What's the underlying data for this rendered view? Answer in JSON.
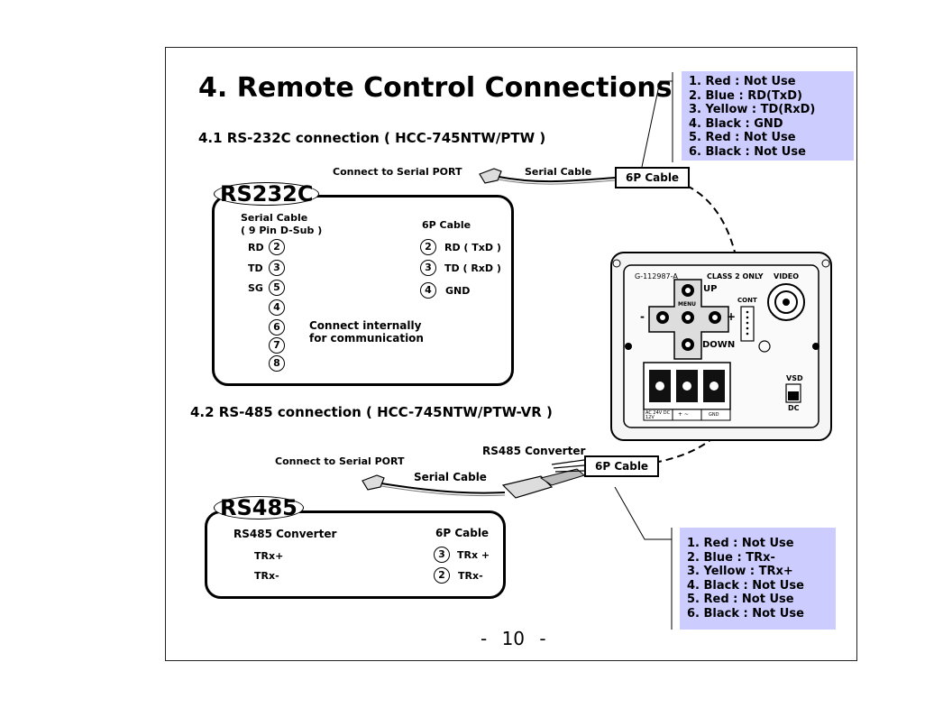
{
  "title": "4. Remote Control Connections",
  "section1": {
    "heading": "4.1 RS-232C connection ( HCC-745NTW/PTW  )",
    "connect_label": "Connect to Serial PORT",
    "serial_cable_label": "Serial Cable",
    "six_p_cable_box": "6P Cable",
    "legend": [
      "1. Red : Not Use",
      "2. Blue : RD(TxD)",
      "3. Yellow : TD(RxD)",
      "4. Black : GND",
      "5. Red : Not Use",
      "6. Black : Not Use"
    ],
    "box_tag": "RS232C",
    "left_header_line1": "Serial Cable",
    "left_header_line2": "( 9 Pin D-Sub )",
    "right_header": "6P Cable",
    "rows": [
      {
        "left_label": "RD",
        "left_pin": "2",
        "right_pin": "2",
        "right_label": "RD ( TxD )"
      },
      {
        "left_label": "TD",
        "left_pin": "3",
        "right_pin": "3",
        "right_label": "TD ( RxD )"
      },
      {
        "left_label": "SG",
        "left_pin": "5",
        "right_pin": "4",
        "right_label": "GND"
      }
    ],
    "extra_pins": [
      "4",
      "6",
      "7",
      "8"
    ],
    "internal_note_line1": "Connect internally",
    "internal_note_line2": "for communication"
  },
  "section2": {
    "heading": "4.2 RS-485 connection ( HCC-745NTW/PTW-VR )",
    "converter_label": "RS485 Converter",
    "connect_label": "Connect to Serial PORT",
    "serial_cable_label": "Serial Cable",
    "six_p_cable_box": "6P Cable",
    "legend": [
      "1. Red : Not Use",
      "2. Blue : TRx-",
      "3. Yellow : TRx+",
      "4. Black : Not Use",
      "5. Red : Not Use",
      "6. Black : Not Use"
    ],
    "box_tag": "RS485",
    "left_header": "RS485 Converter",
    "right_header": "6P Cable",
    "rows": [
      {
        "left_label": "TRx+",
        "right_pin": "3",
        "right_label": "TRx +"
      },
      {
        "left_label": "TRx-",
        "right_pin": "2",
        "right_label": "TRx-"
      }
    ]
  },
  "camera": {
    "model": "G-112987-A",
    "class_label": "CLASS 2 ONLY",
    "video_label": "VIDEO",
    "cont_label": "CONT",
    "menu_label": "MENU",
    "up_label": "UP",
    "down_label": "DOWN",
    "minus_label": "-",
    "plus_label": "+",
    "vsd_label": "VSD",
    "dc_label": "DC",
    "terminal_labels": [
      "AC 24V DC 12V",
      "+ ~",
      "GND"
    ]
  },
  "page_number": "- 10 -"
}
